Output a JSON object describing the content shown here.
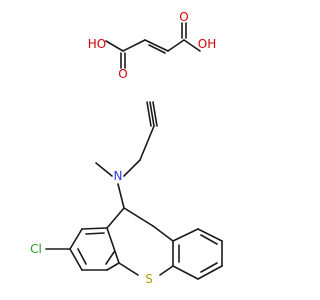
{
  "molecule": {
    "atoms": {
      "ho_left": "HO",
      "o_left": "O",
      "ho_right": "OH",
      "o_right": "O",
      "nitrogen": "N",
      "sulfur": "S",
      "chlorine": "Cl"
    },
    "colors": {
      "oxygen": "#d40000",
      "nitrogen": "#2f3bd8",
      "sulfur": "#b8a000",
      "chlorine": "#2aa02a",
      "carbon_bond": "#1a1a1a"
    }
  }
}
